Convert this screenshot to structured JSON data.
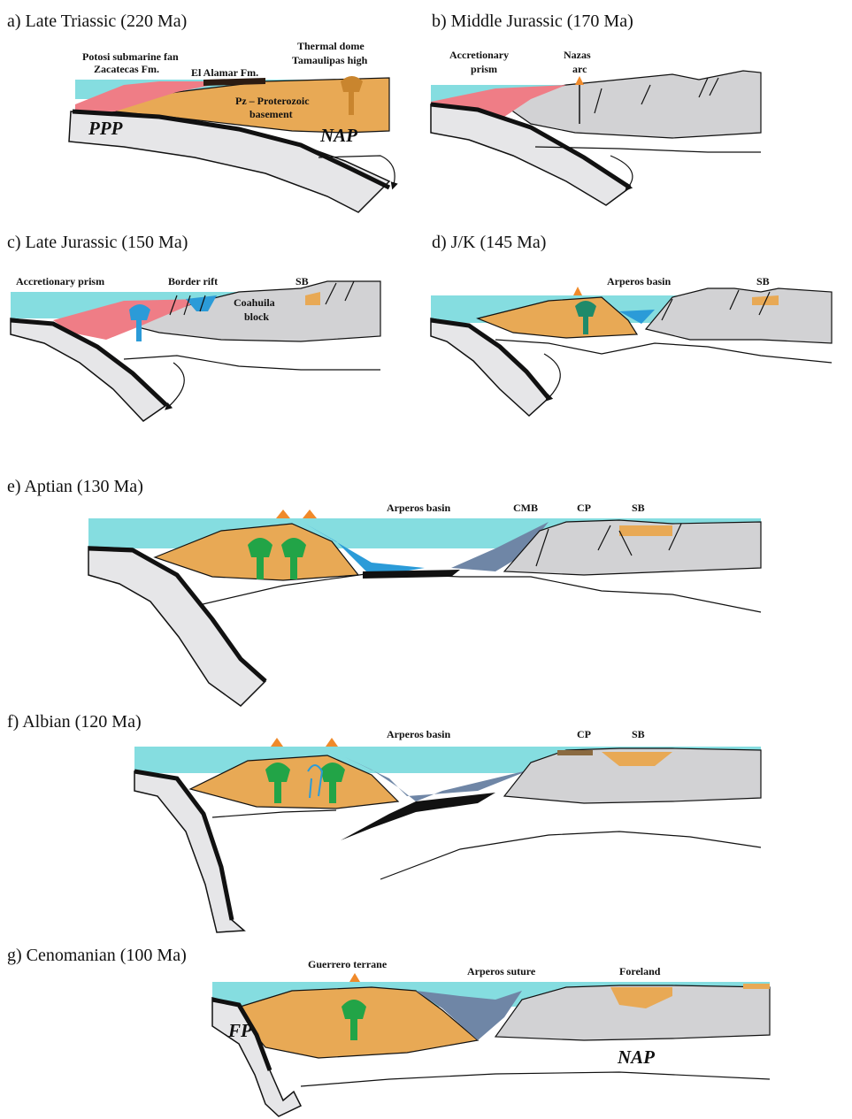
{
  "colors": {
    "sea": "#85dde0",
    "orange": "#e8a955",
    "pink": "#ef7d86",
    "gray": "#d2d2d4",
    "slab": "#e6e6e8",
    "blue": "#2b9bd8",
    "green": "#22a447",
    "slate": "#6f86a6",
    "arc": "#f08a2a",
    "ink": "#111111"
  },
  "panels": {
    "a": {
      "title": "a) Late Triassic (220 Ma)",
      "labels": [
        "Potosi submarine fan",
        "Zacatecas Fm.",
        "El Alamar Fm.",
        "Thermal dome",
        "Tamaulipas high",
        "Pz – Proterozoic",
        "basement"
      ],
      "big": [
        "PPP",
        "NAP"
      ]
    },
    "b": {
      "title": "b) Middle Jurassic (170 Ma)",
      "labels": [
        "Accretionary",
        "prism",
        "Nazas",
        "arc"
      ]
    },
    "c": {
      "title": "c) Late Jurassic (150 Ma)",
      "labels": [
        "Accretionary prism",
        "Border rift",
        "SB",
        "Coahuila",
        "block"
      ]
    },
    "d": {
      "title": "d) J/K (145 Ma)",
      "labels": [
        "Arperos basin",
        "SB"
      ]
    },
    "e": {
      "title": "e) Aptian (130 Ma)",
      "labels": [
        "Arperos basin",
        "CMB",
        "CP",
        "SB"
      ]
    },
    "f": {
      "title": "f) Albian (120 Ma)",
      "labels": [
        "Arperos basin",
        "CP",
        "SB"
      ]
    },
    "g": {
      "title": "g) Cenomanian (100 Ma)",
      "labels": [
        "Guerrero terrane",
        "Arperos suture",
        "Foreland"
      ],
      "big": [
        "FP",
        "NAP"
      ]
    }
  }
}
